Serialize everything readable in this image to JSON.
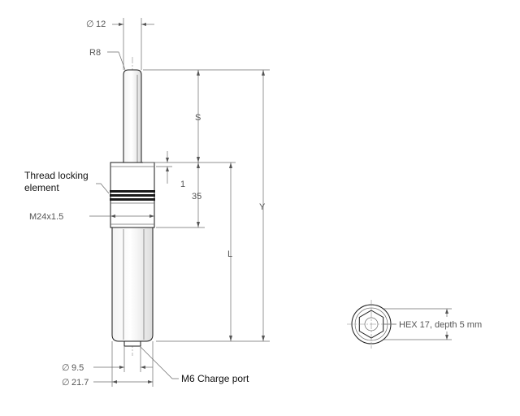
{
  "dimensions": {
    "diameter_rod": "12",
    "radius_tip": "R8",
    "stroke": "S",
    "overall_length": "Y",
    "body_length": "L",
    "thread_length": "35",
    "collar_height": "1",
    "thread_spec": "M24x1.5",
    "diameter_port": "9.5",
    "diameter_body": "21.7",
    "hex": "HEX 17, depth 5 mm"
  },
  "labels": {
    "thread_locking_line1": "Thread locking",
    "thread_locking_line2": "element",
    "charge_port": "M6 Charge port"
  },
  "symbols": {
    "diameter": "∅"
  },
  "colors": {
    "line": "#1a1a1a",
    "dimension": "#555555",
    "text": "#111111"
  }
}
